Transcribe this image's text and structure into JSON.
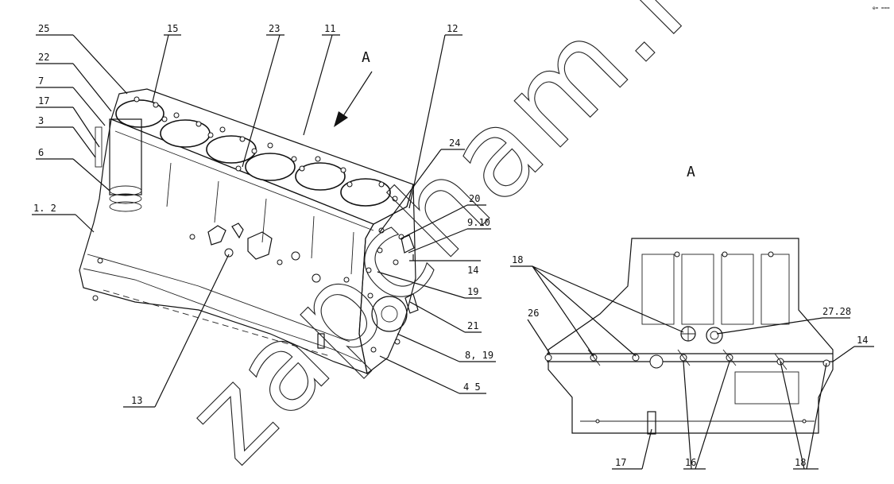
{
  "watermark": "zapcham.ru",
  "corner_mark": "e= ===",
  "view_arrow_label": "A",
  "view_title": "A",
  "callouts": {
    "c25": "25",
    "c15": "15",
    "c23": "23",
    "c11": "11",
    "c12": "12",
    "c22": "22",
    "c7": "7",
    "c17a": "17",
    "c3": "3",
    "c6": "6",
    "c12b": "1. 2",
    "c24": "24",
    "c20": "20",
    "c910": "9.10",
    "c14a": "14",
    "c19": "19",
    "c21": "21",
    "c819": "8, 19",
    "c45": "4  5",
    "c13": "13",
    "c18a": "18",
    "c26": "26",
    "c2728": "27.28",
    "c14b": "14",
    "c17b": "17",
    "c16": "16",
    "c18b": "18"
  }
}
